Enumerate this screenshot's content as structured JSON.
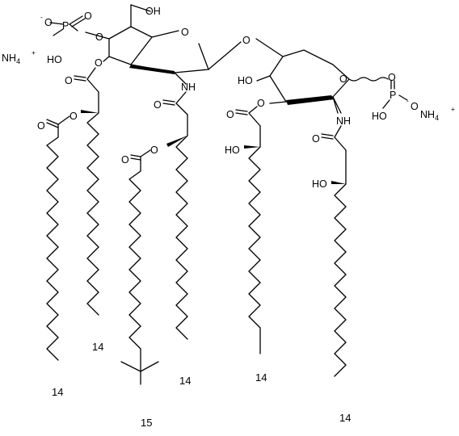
{
  "molecule": {
    "atoms": {
      "nh4_left": "NH4",
      "nh4_left_charge": "+",
      "nh4_right": "NH4",
      "nh4_right_charge": "+",
      "oh_top": "OH",
      "phos_left_o_minus": "O",
      "phos_left_minus": "-",
      "phos_left_p": "P",
      "phos_left_o_top": "O",
      "phos_left_o_ester": "O",
      "phos_left_ho": "HO",
      "ring1_o": "O",
      "ring1_o3": "O",
      "ring1_nh": "NH",
      "glyco_o": "O",
      "ring2_o": "O",
      "ring2_ho": "HO",
      "ring2_o3": "O",
      "ring2_nh": "NH",
      "phos_right_p": "P",
      "phos_right_o_top": "O",
      "phos_right_o_minus": "O",
      "phos_right_minus": "-",
      "phos_right_ho": "HO",
      "chain1_co_o": "O",
      "chain1_ester_o": "O",
      "chain1_acyl_co_o": "O",
      "chain2_co_o": "O",
      "chain2_ester_o": "O",
      "chain2_acyl_co_o": "O",
      "chain3_co_o": "O",
      "chain3_ho": "HO",
      "chain4_co_o": "O",
      "chain4_ho": "HO"
    },
    "chain_lengths": [
      "14",
      "14",
      "15",
      "14",
      "14",
      "14"
    ]
  }
}
